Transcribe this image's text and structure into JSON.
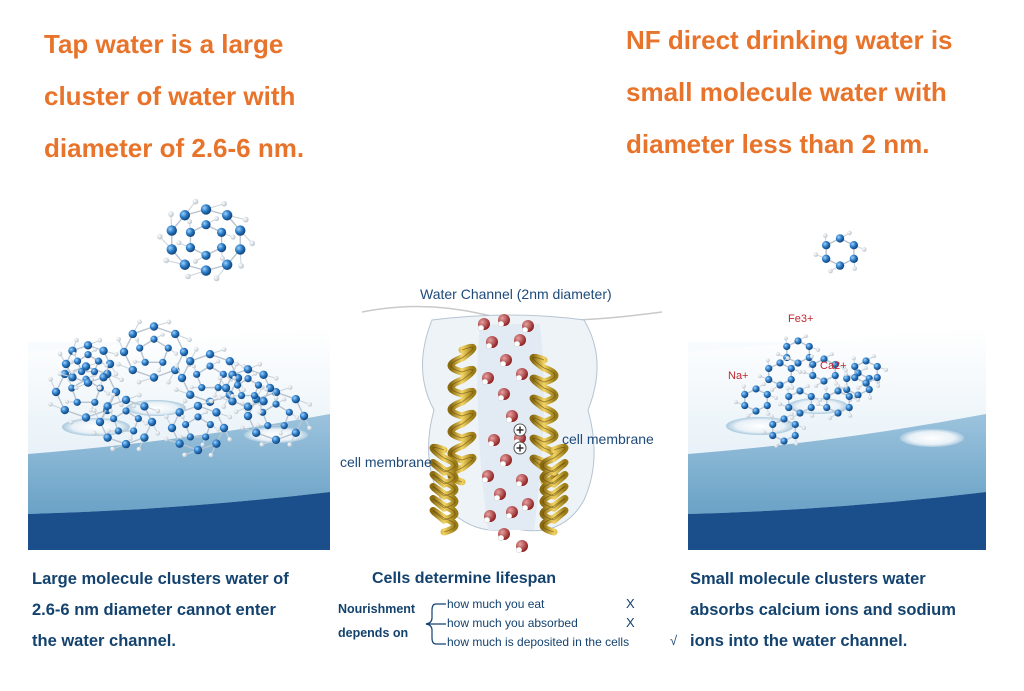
{
  "headline_left": [
    "Tap water is a large",
    "cluster of water with",
    "diameter of 2.6-6 nm."
  ],
  "headline_right": [
    "NF direct drinking water is",
    "small molecule water with",
    "diameter less than 2 nm."
  ],
  "center_diagram": {
    "channel_label": "Water Channel (2nm diameter)",
    "membrane_label_left": "cell membrane",
    "membrane_label_right": "cell membrane"
  },
  "right_diagram": {
    "ion_labels": [
      "Fe3+",
      "Na+",
      "Ca2+"
    ]
  },
  "caption_left": [
    "Large molecule clusters water of",
    "2.6-6 nm diameter cannot enter",
    "the water channel."
  ],
  "caption_center": "Cells determine lifespan",
  "nourishment": {
    "label_line1": "Nourishment",
    "label_line2": "depends on",
    "items": [
      {
        "text": "how much you eat",
        "mark": "X"
      },
      {
        "text": "how much you absorbed",
        "mark": "X"
      },
      {
        "text": "how much is deposited in the cells",
        "mark": "√"
      }
    ]
  },
  "caption_right": [
    "Small molecule clusters water",
    "absorbs calcium ions and sodium",
    "ions into the water channel."
  ],
  "colors": {
    "headline": "#e8732a",
    "caption": "#13426e",
    "molecule": "#2a7bc4",
    "ion_label": "#c0272d",
    "helix": "#e6c23a"
  }
}
